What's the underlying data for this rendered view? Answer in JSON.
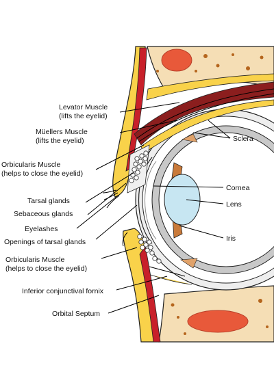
{
  "labels": {
    "levator": {
      "line1": "Levator Muscle",
      "line2": "(lifts the eyelid)"
    },
    "muellers": {
      "line1": "Müellers Muscle",
      "line2": "(lifts the eyelid)"
    },
    "orbicularis_upper": {
      "line1": "Orbicularis Muscle",
      "line2": "(helps to close the eyelid)"
    },
    "tarsal_glands": "Tarsal glands",
    "sebaceous_glands": "Sebaceous glands",
    "eyelashes": "Eyelashes",
    "openings": "Openings of tarsal glands",
    "orbicularis_lower": {
      "line1": "Orbicularis Muscle",
      "line2": "(helps to close the eyelid)"
    },
    "inferior_fornix": "Inferior conjunctival fornix",
    "orbital_septum": "Orbital Septum",
    "sclera": "Sclera",
    "cornea": "Cornea",
    "lens": "Lens",
    "iris": "Iris"
  },
  "colors": {
    "skin": "#f9d24a",
    "muscle": "#c8202a",
    "bone": "#f5deb5",
    "bone_spot": "#b5651d",
    "marrow": "#e8593a",
    "sclera": "#c8c8c8",
    "lens": "#c7e6f2",
    "gland": "#f2f2f2",
    "outline": "#222222"
  }
}
